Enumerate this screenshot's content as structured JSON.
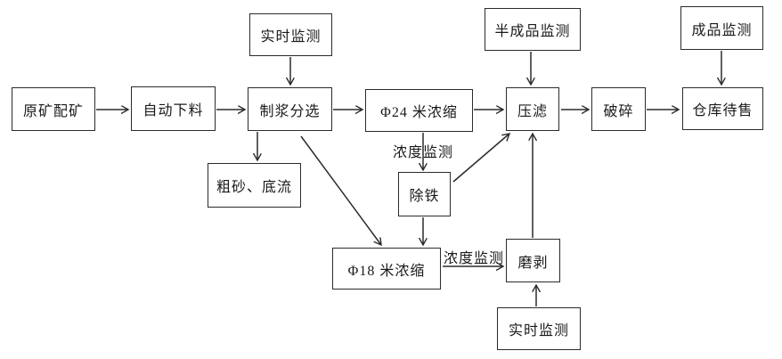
{
  "diagram": {
    "type": "flowchart",
    "language": "zh-CN",
    "colors": {
      "background": "#ffffff",
      "line": "#2b2b2b",
      "text": "#1a1a1a"
    },
    "nodes": {
      "raw_ore_blending": "原矿配矿",
      "auto_feeding": "自动下料",
      "realtime_monitor_top": "实时监测",
      "pulping_sorting": "制浆分选",
      "thickener_24m": "Φ24 米浓缩",
      "semi_product_monitor": "半成品监测",
      "press_filter": "压滤",
      "crushing": "破碎",
      "finished_product_monitor": "成品监测",
      "warehouse_for_sale": "仓库待售",
      "coarse_sand_underflow": "粗砂、底流",
      "iron_removal": "除铁",
      "thickener_18m": "Φ18 米浓缩",
      "grinding_stripping": "磨剥",
      "realtime_monitor_bottom": "实时监测"
    },
    "edge_labels": {
      "concentration_monitor_1": "浓度监测",
      "concentration_monitor_2": "浓度监测"
    },
    "edges": [
      {
        "from": "原矿配矿",
        "to": "自动下料",
        "label": ""
      },
      {
        "from": "自动下料",
        "to": "制浆分选",
        "label": ""
      },
      {
        "from": "实时监测(上)",
        "to": "制浆分选",
        "label": ""
      },
      {
        "from": "制浆分选",
        "to": "Φ24 米浓缩",
        "label": ""
      },
      {
        "from": "Φ24 米浓缩",
        "to": "压滤",
        "label": ""
      },
      {
        "from": "半成品监测",
        "to": "压滤",
        "label": ""
      },
      {
        "from": "压滤",
        "to": "破碎",
        "label": ""
      },
      {
        "from": "破碎",
        "to": "仓库待售",
        "label": ""
      },
      {
        "from": "成品监测",
        "to": "仓库待售",
        "label": ""
      },
      {
        "from": "制浆分选",
        "to": "粗砂、底流",
        "label": ""
      },
      {
        "from": "制浆分选",
        "to": "Φ18 米浓缩",
        "label": ""
      },
      {
        "from": "Φ24 米浓缩",
        "to": "除铁",
        "label": "浓度监测"
      },
      {
        "from": "除铁",
        "to": "Φ18 米浓缩",
        "label": ""
      },
      {
        "from": "除铁",
        "to": "压滤",
        "label": ""
      },
      {
        "from": "Φ18 米浓缩",
        "to": "磨剥",
        "label": "浓度监测"
      },
      {
        "from": "磨剥",
        "to": "压滤",
        "label": ""
      },
      {
        "from": "实时监测(下)",
        "to": "磨剥",
        "label": ""
      }
    ]
  }
}
